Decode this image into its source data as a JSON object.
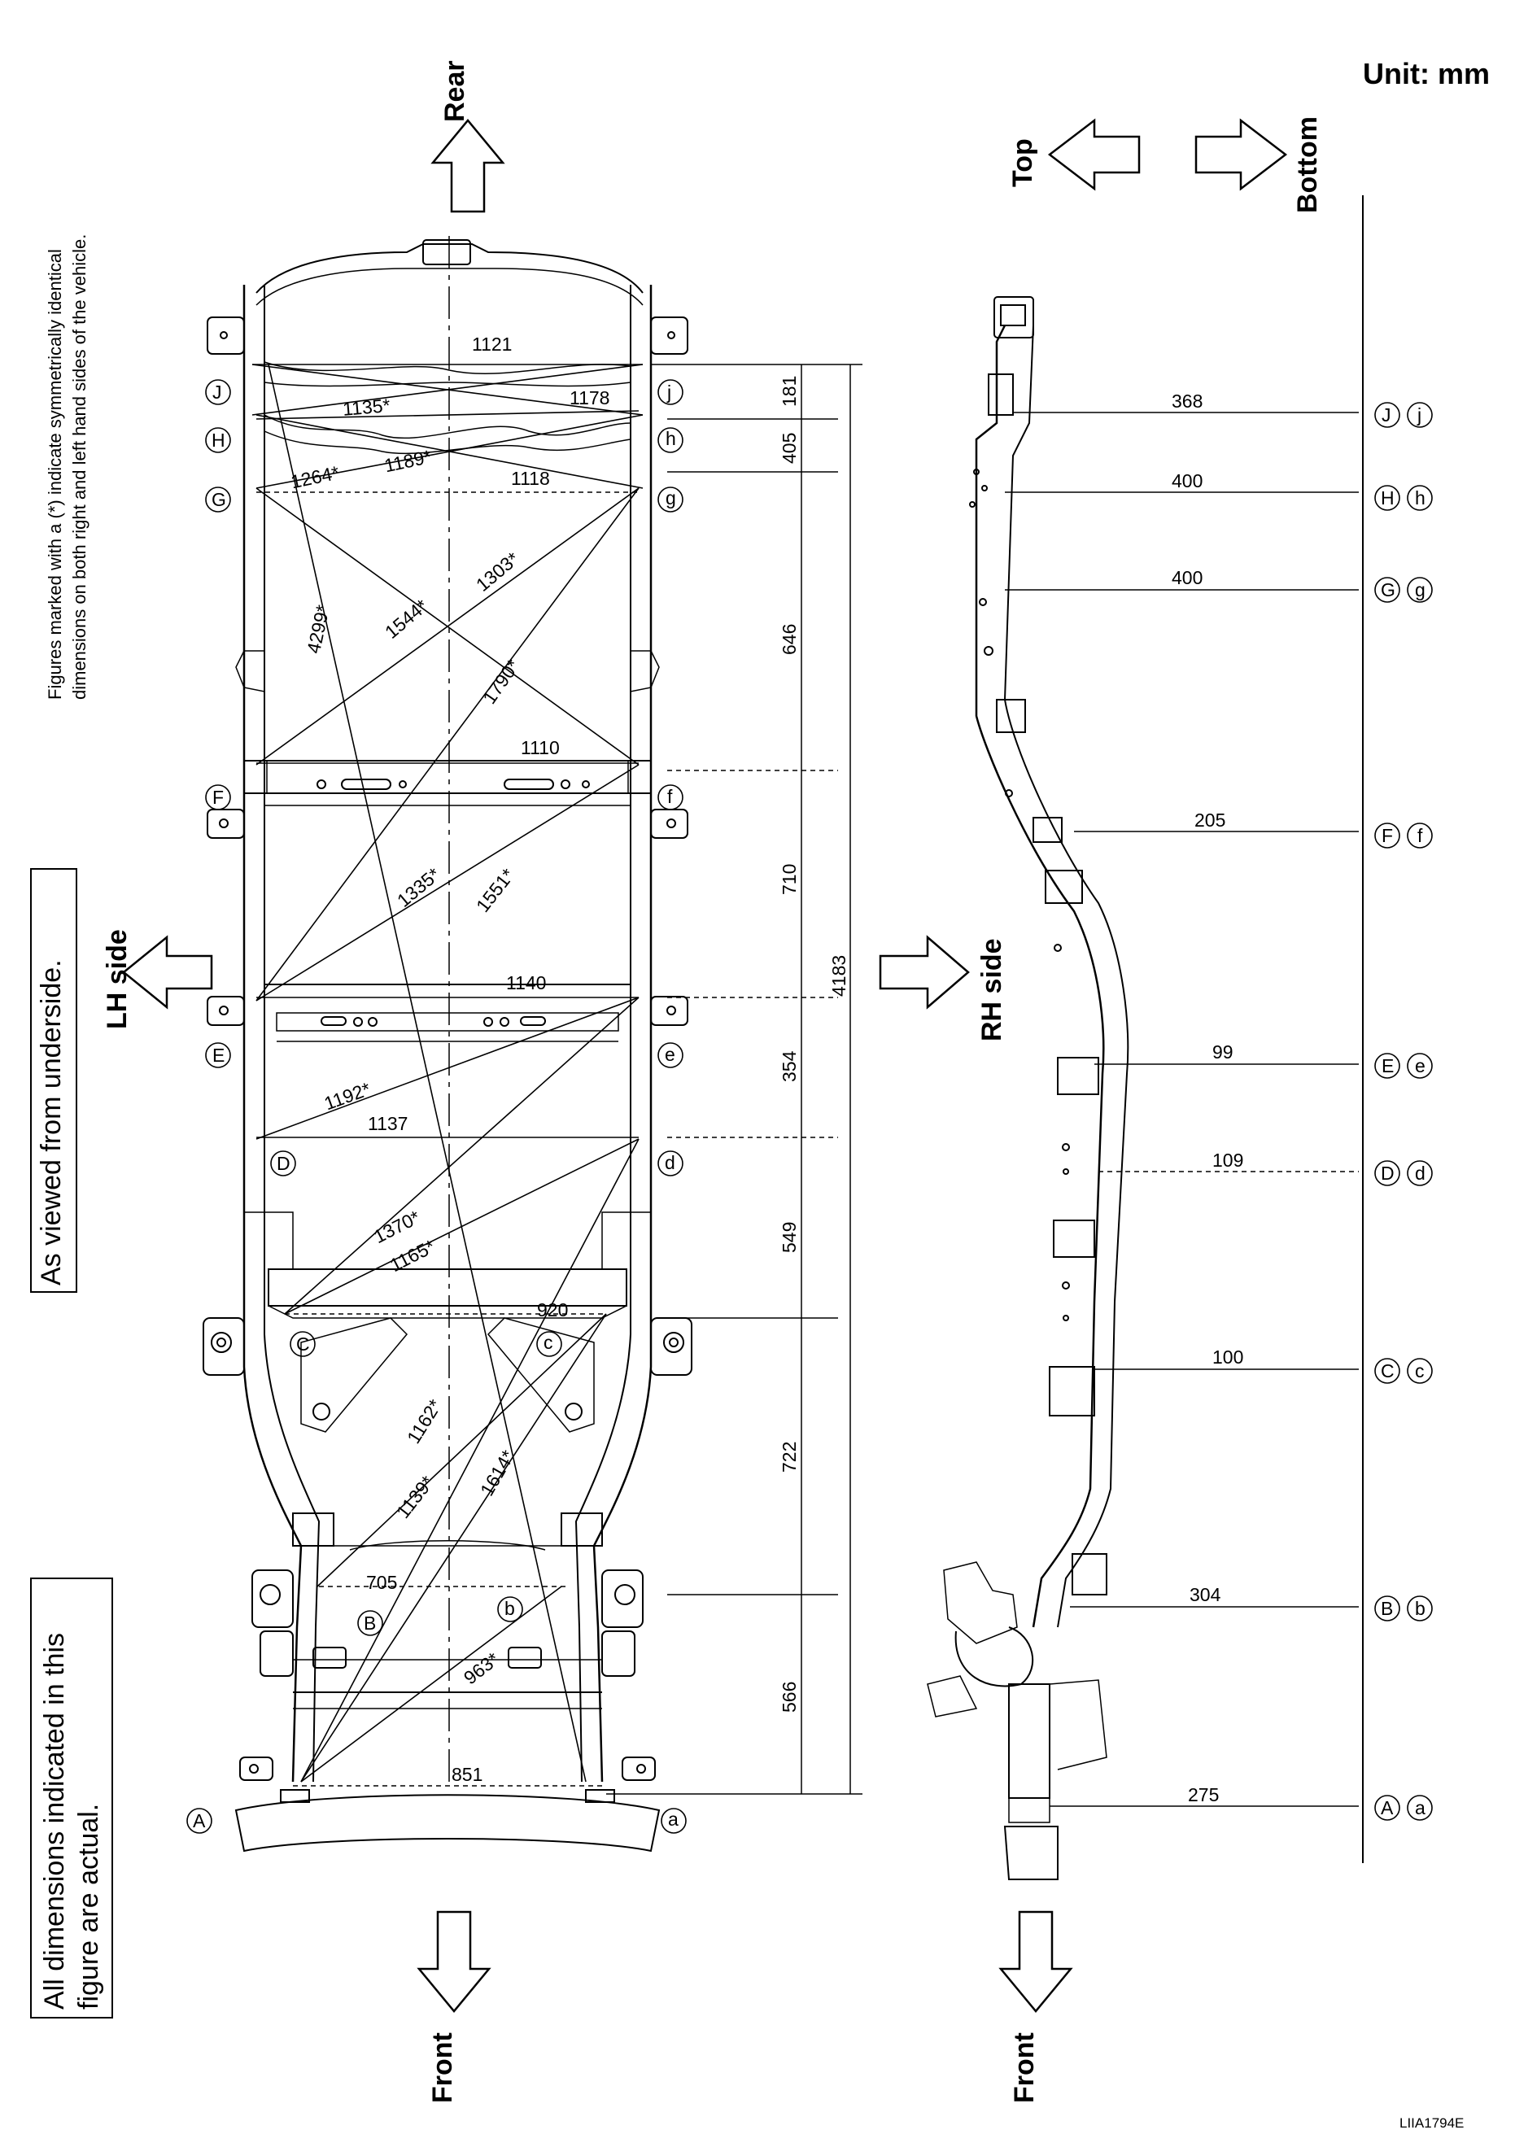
{
  "unit_label": "Unit: mm",
  "note_symmetric_line1": "Figures marked with a (*) indicate symmetrically identical",
  "note_symmetric_line2": "dimensions on both right and left hand sides of the vehicle.",
  "note_actual_line1": "All dimensions indicated in this",
  "note_actual_line2": "figure are actual.",
  "note_view": "As viewed from underside.",
  "direction": {
    "rear": "Rear",
    "front_left": "Front",
    "front_right": "Front",
    "lh_side": "LH side",
    "rh_side": "RH side",
    "top": "Top",
    "bottom": "Bottom"
  },
  "figure_code": "LIIA1794E",
  "underside_points": {
    "left": [
      "J",
      "H",
      "G",
      "F",
      "E",
      "D",
      "C",
      "B",
      "A"
    ],
    "right": [
      "j",
      "h",
      "g",
      "f",
      "e",
      "d",
      "c",
      "b",
      "a"
    ]
  },
  "underside_dims": {
    "width_jj": "1121",
    "diag_1135": "1135*",
    "diag_1178": "1178",
    "diag_1264": "1264*",
    "diag_1189": "1189*",
    "width_gg": "1118",
    "diag_4299": "4299*",
    "diag_1544": "1544*",
    "diag_1303": "1303*",
    "diag_1790": "1790*",
    "width_ff": "1110",
    "diag_1335": "1335*",
    "diag_1551": "1551*",
    "width_ee": "1140",
    "diag_1192": "1192*",
    "width_dd": "1137",
    "diag_1370": "1370*",
    "diag_1165": "1165*",
    "width_cc": "920",
    "diag_1162": "1162*",
    "diag_1139": "1139*",
    "diag_1614": "1614*",
    "width_bb": "705",
    "diag_963": "963*",
    "width_aa": "851"
  },
  "longitudinal_dims": [
    "181",
    "405",
    "646",
    "710",
    "354",
    "549",
    "722",
    "566"
  ],
  "overall_length": "4183",
  "side_heights": [
    {
      "value": "368",
      "left": "J",
      "right": "j"
    },
    {
      "value": "400",
      "left": "H",
      "right": "h"
    },
    {
      "value": "400",
      "left": "G",
      "right": "g"
    },
    {
      "value": "205",
      "left": "F",
      "right": "f"
    },
    {
      "value": "99",
      "left": "E",
      "right": "e"
    },
    {
      "value": "109",
      "left": "D",
      "right": "d"
    },
    {
      "value": "100",
      "left": "C",
      "right": "c"
    },
    {
      "value": "304",
      "left": "B",
      "right": "b"
    },
    {
      "value": "275",
      "left": "A",
      "right": "a"
    }
  ]
}
